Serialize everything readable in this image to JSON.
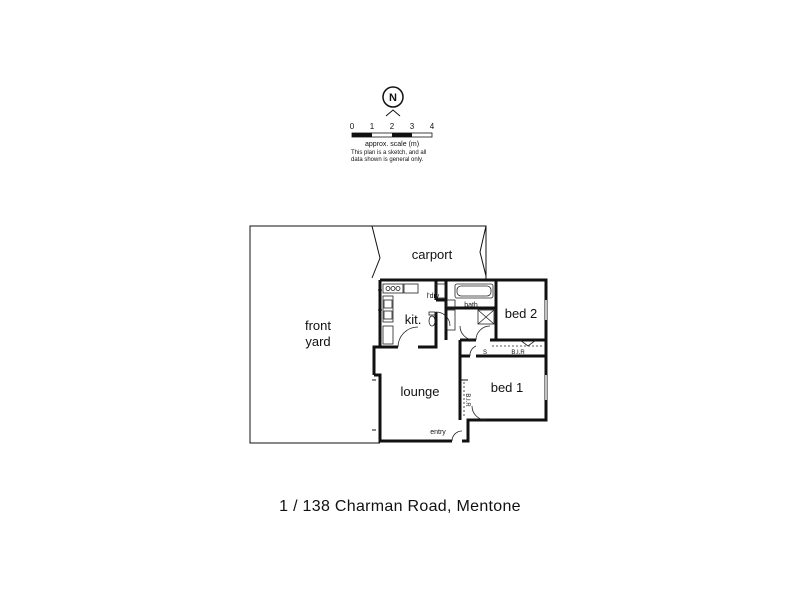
{
  "compass": {
    "letter": "N",
    "icon": "north-arrow-icon"
  },
  "scale": {
    "ticks": [
      "0",
      "1",
      "2",
      "3",
      "4"
    ],
    "caption": "approx. scale (m)",
    "note_line1": "This plan is a sketch, and all",
    "note_line2": "data shown is general only."
  },
  "rooms": {
    "carport": "carport",
    "front_yard_line1": "front",
    "front_yard_line2": "yard",
    "kitchen": "kit.",
    "laundry": "l'dry",
    "bath": "bath",
    "bed2": "bed 2",
    "bed1": "bed 1",
    "lounge": "lounge",
    "entry": "entry",
    "bir": "B.I.R",
    "wir": "B.I.R",
    "s": "S"
  },
  "address": "1 / 138 Charman Road, Mentone"
}
